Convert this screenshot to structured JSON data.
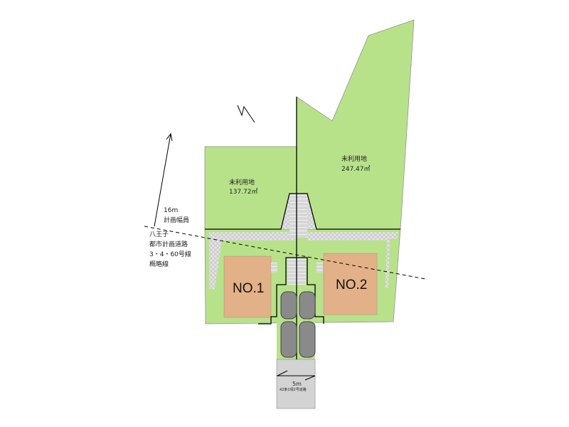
{
  "lots": {
    "left_unused": {
      "label": "未利用地",
      "area": "137.72㎡"
    },
    "right_unused": {
      "label": "未利用地",
      "area": "247.47㎡"
    }
  },
  "houses": [
    {
      "label": "NO.1"
    },
    {
      "label": "NO.2"
    }
  ],
  "road_plan": {
    "width": "16m",
    "width_label": "計画幅員",
    "lines": [
      "八王子",
      "都市計画道路",
      "3・4・60号線",
      "概略線"
    ]
  },
  "front_road": {
    "width": "5m",
    "type": "42条1項2号道路"
  },
  "colors": {
    "lot": "#b8e28a",
    "house": "#e3b187",
    "road": "#d3d3d3"
  }
}
